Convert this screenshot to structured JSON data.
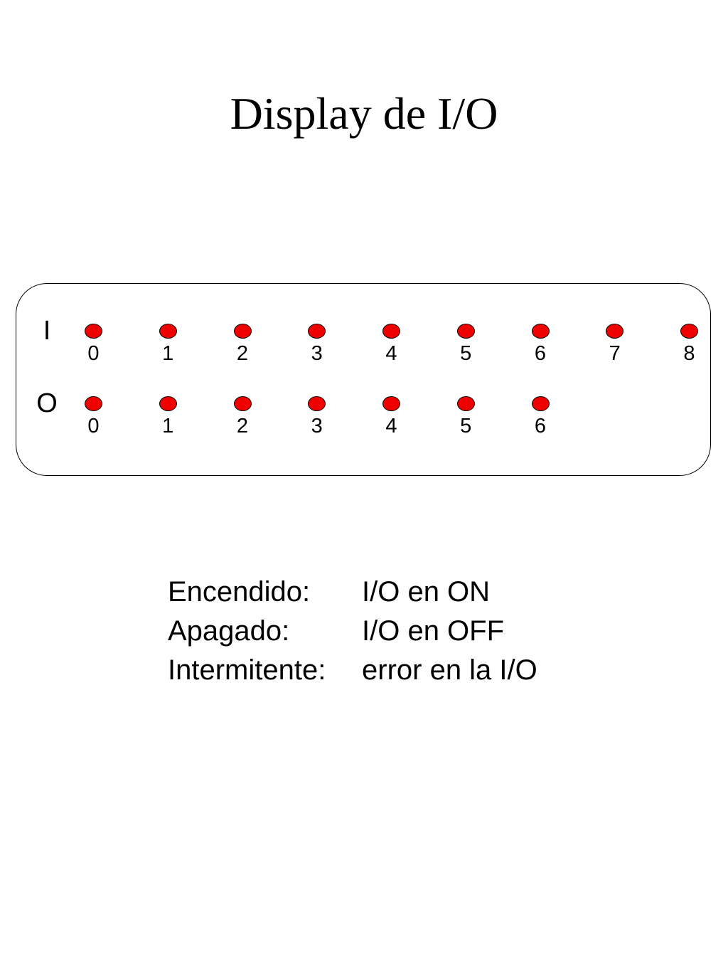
{
  "title": "Display de I/O",
  "colors": {
    "led_fill": "#ee0000",
    "border": "#000000"
  },
  "rows": [
    {
      "label": "I",
      "channels": [
        "0",
        "1",
        "2",
        "3",
        "4",
        "5",
        "6",
        "7",
        "8"
      ]
    },
    {
      "label": "O",
      "channels": [
        "0",
        "1",
        "2",
        "3",
        "4",
        "5",
        "6"
      ]
    }
  ],
  "legend": [
    {
      "term": "Encendido:",
      "meaning": "I/O en ON"
    },
    {
      "term": "Apagado:",
      "meaning": "I/O en OFF"
    },
    {
      "term": "Intermitente:",
      "meaning": "error en la I/O"
    }
  ]
}
